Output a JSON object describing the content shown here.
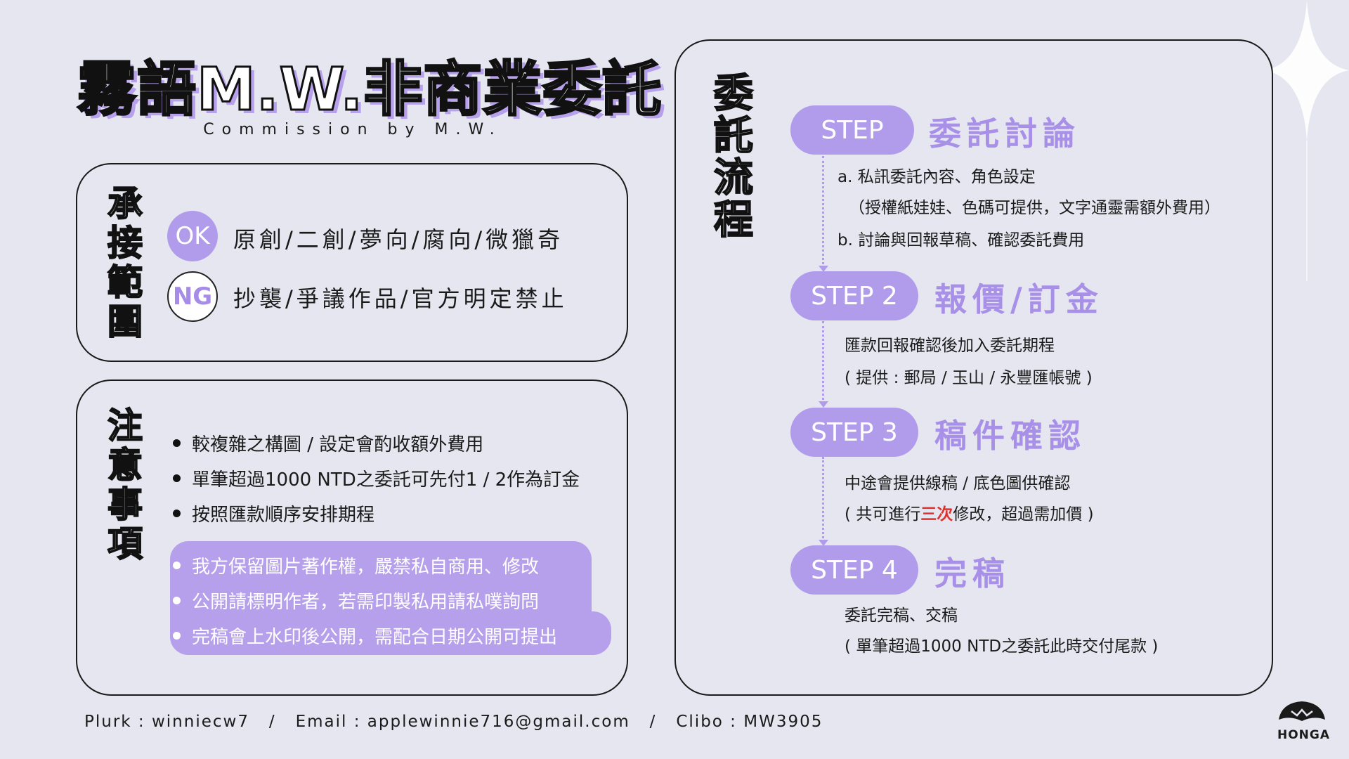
{
  "header": {
    "title": "霧語M.W.非商業委託",
    "subtitle": "Commission by M.W."
  },
  "scope": {
    "label": "承接範圍",
    "ok_badge": "OK",
    "ok_text": "原創/二創/夢向/腐向/微獵奇",
    "ng_badge": "NG",
    "ng_text": "抄襲/爭議作品/官方明定禁止"
  },
  "notes": {
    "label": "注意事項",
    "items": [
      "較複雜之構圖 / 設定會酌收額外費用",
      "單筆超過1000 NTD之委託可先付1 / 2作為訂金",
      "按照匯款順序安排期程"
    ],
    "highlights": [
      "我方保留圖片著作權，嚴禁私自商用、修改",
      "公開請標明作者，若需印製私用請私噗詢問",
      "完稿會上水印後公開，需配合日期公開可提出"
    ]
  },
  "process": {
    "label": "委託流程",
    "steps": [
      {
        "pill": "STEP",
        "title": "委託討論",
        "lines": [
          "a. 私訊委託內容、角色設定",
          "（授權紙娃娃、色碼可提供，文字通靈需額外費用）",
          "b. 討論與回報草稿、確認委託費用"
        ]
      },
      {
        "pill": "STEP 2",
        "title": "報價/訂金",
        "lines": [
          "匯款回報確認後加入委託期程",
          "( 提供 : 郵局 / 玉山 / 永豐匯帳號 )"
        ]
      },
      {
        "pill": "STEP 3",
        "title": "稿件確認",
        "lines": [
          "中途會提供線稿 / 底色圖供確認"
        ],
        "line2_pre": "( 共可進行",
        "line2_accent": "三次",
        "line2_post": "修改，超過需加價 )"
      },
      {
        "pill": "STEP 4",
        "title": "完稿",
        "lines": [
          "委託完稿、交稿",
          "( 單筆超過1000 NTD之委託此時交付尾款 )"
        ]
      }
    ]
  },
  "footer": {
    "plurk": "Plurk : winniecw7",
    "sep": "/",
    "email": "Email : applewinnie716@gmail.com",
    "clibo": "Clibo : MW3905"
  },
  "logo": {
    "text": "HONGA"
  },
  "colors": {
    "accent": "#b09cea",
    "background": "#e6e6f0",
    "highlight": "#e0302c"
  }
}
